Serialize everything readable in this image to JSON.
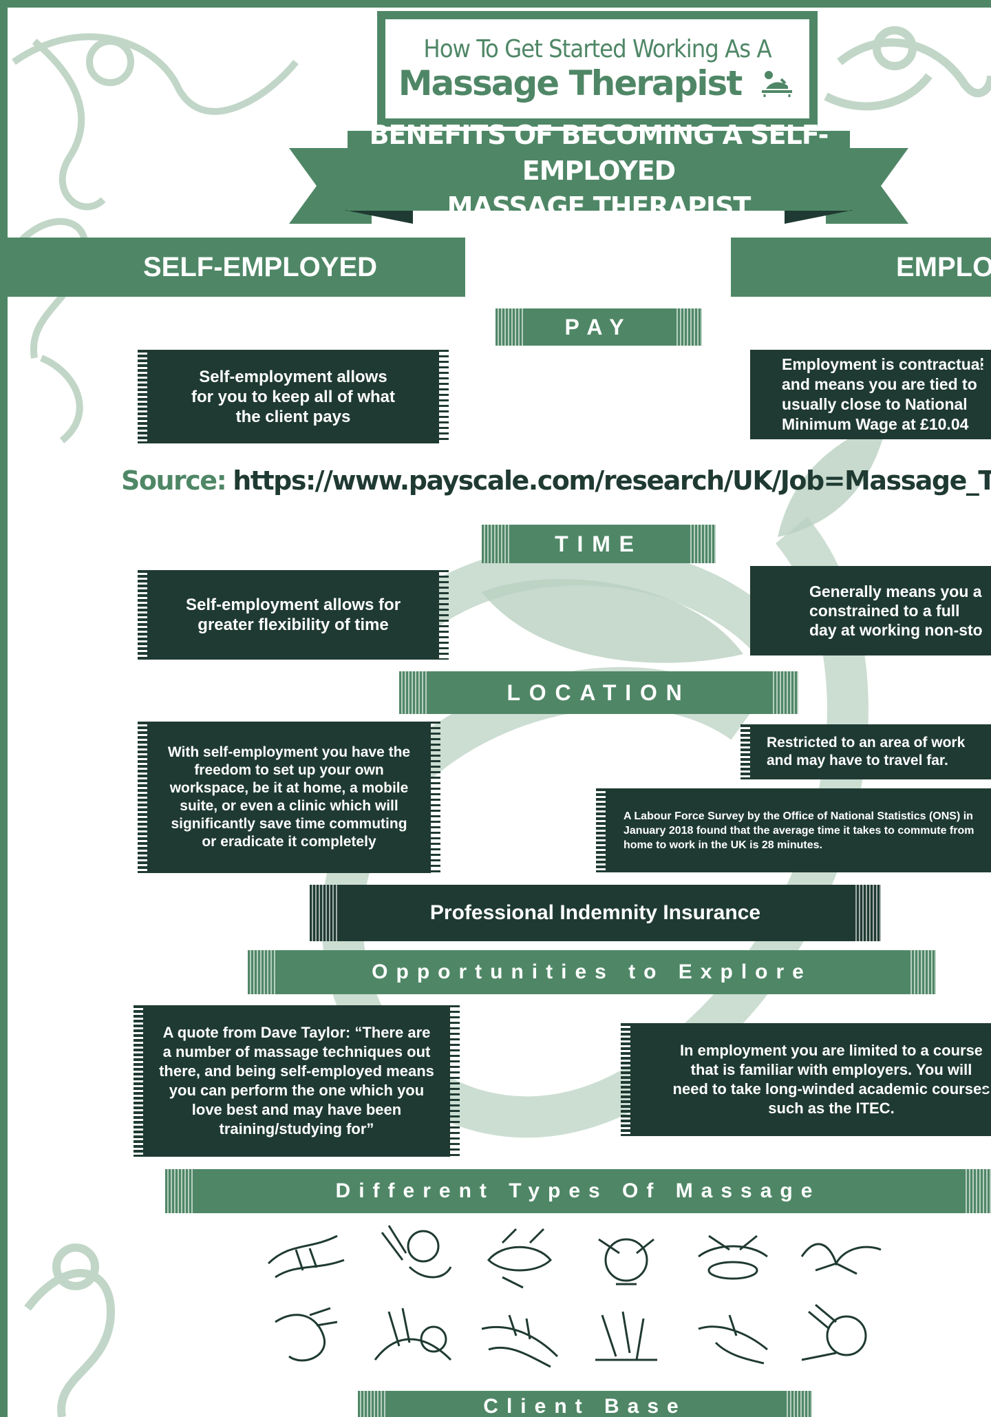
{
  "title": {
    "line1": "How To Get Started Working As A",
    "line2": "Massage Therapist"
  },
  "banner": {
    "line1": "BENEFITS OF BECOMING A SELF-EMPLOYED",
    "line2": "MASSAGE THERAPIST"
  },
  "columns": {
    "left": "SELF-EMPLOYED",
    "right": "EMPLO"
  },
  "sections": {
    "pay": {
      "label": "PAY",
      "left": "Self-employment allows for you to keep all of what the client pays",
      "right": "Employment is contractual and means you are tied to usually close to National Minimum Wage at £10.04"
    },
    "source": {
      "label": "Source:",
      "url": "https://www.payscale.com/research/UK/Job=Massage_Therapist/Hour"
    },
    "time": {
      "label": "TIME",
      "left": "Self-employment allows for greater flexibility of time",
      "right": "Generally means you a constrained to a full day at working non-sto"
    },
    "location": {
      "label": "LOCATION",
      "left": "With self-employment you have the freedom to set up your own workspace, be it at home, a mobile suite, or even a clinic which will significantly save time commuting or eradicate it completely",
      "right": "Restricted to an area of work and may have to travel far.",
      "note": "A Labour Force Survey by the Office of National Statistics (ONS) in January 2018 found that the average time it takes to commute from home to work in the UK is 28 minutes."
    },
    "insurance": {
      "label": "Professional Indemnity Insurance"
    },
    "opportunities": {
      "label": "Opportunities to Explore",
      "left": "A quote from Dave Taylor: “There are a number of massage techniques out there, and being self-employed means you can perform the one which you love best and may have been training/studying for”",
      "right": "In employment you are limited to a course that is familiar with employers. You will need to take long-winded academic courses such as the ITEC."
    },
    "types": {
      "label": "Different Types Of Massage"
    },
    "client": {
      "label": "Client Base"
    }
  },
  "massage_icons": [
    "hand-massage-icon",
    "shoulder-massage-icon",
    "face-massage-icon",
    "head-massage-icon",
    "hot-stone-massage-icon",
    "hands-massage-icon",
    "foot-massage-icon",
    "back-massage-icon",
    "arm-massage-icon",
    "finger-pressure-icon",
    "palm-massage-icon",
    "neck-massage-icon"
  ],
  "colors": {
    "green": "#4f8766",
    "dark": "#1f3a32",
    "light": "#c9ddcf"
  }
}
